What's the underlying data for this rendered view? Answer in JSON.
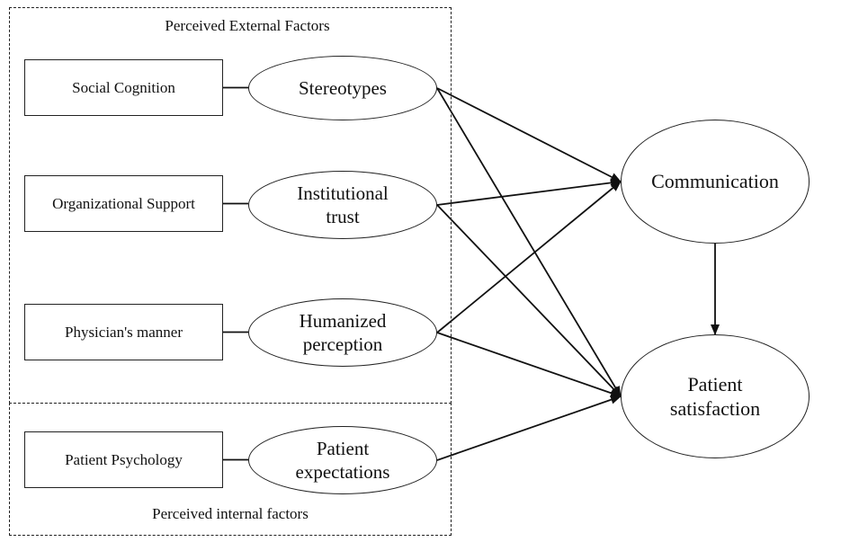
{
  "groups": {
    "external": "Perceived External Factors",
    "internal": "Perceived internal factors"
  },
  "antecedents": {
    "social_cognition": "Social Cognition",
    "organizational_support": "Organizational Support",
    "physicians_manner": "Physician's manner",
    "patient_psychology": "Patient Psychology"
  },
  "mediators": {
    "stereotypes": "Stereotypes",
    "institutional_trust": "Institutional trust",
    "humanized_perception": "Humanized perception",
    "patient_expectations": "Patient expectations"
  },
  "outcomes": {
    "communication": "Communication",
    "patient_satisfaction": "Patient satisfaction"
  },
  "edges": [
    {
      "from": "social_cognition",
      "to": "stereotypes",
      "arrow": false
    },
    {
      "from": "organizational_support",
      "to": "institutional_trust",
      "arrow": false
    },
    {
      "from": "physicians_manner",
      "to": "humanized_perception",
      "arrow": false
    },
    {
      "from": "patient_psychology",
      "to": "patient_expectations",
      "arrow": false
    },
    {
      "from": "stereotypes",
      "to": "communication",
      "arrow": true
    },
    {
      "from": "stereotypes",
      "to": "patient_satisfaction",
      "arrow": true
    },
    {
      "from": "institutional_trust",
      "to": "communication",
      "arrow": true
    },
    {
      "from": "institutional_trust",
      "to": "patient_satisfaction",
      "arrow": true
    },
    {
      "from": "humanized_perception",
      "to": "communication",
      "arrow": true
    },
    {
      "from": "humanized_perception",
      "to": "patient_satisfaction",
      "arrow": true
    },
    {
      "from": "patient_expectations",
      "to": "patient_satisfaction",
      "arrow": true
    },
    {
      "from": "communication",
      "to": "patient_satisfaction",
      "arrow": true
    }
  ]
}
